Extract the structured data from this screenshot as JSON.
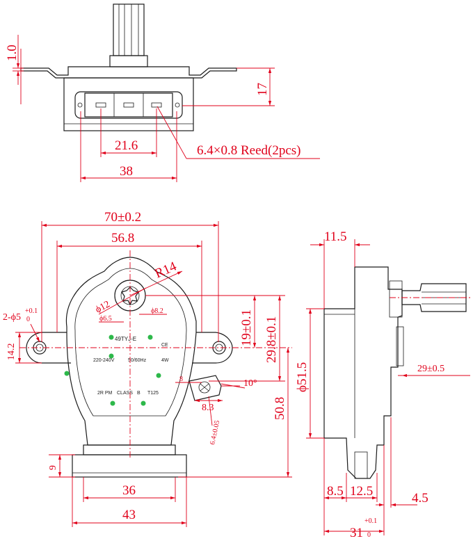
{
  "top_view": {
    "dim_1_0": "1.0",
    "dim_17": "17",
    "dim_21_6": "21.6",
    "dim_38": "38",
    "reed_note": "6.4×0.8 Reed(2pcs)"
  },
  "front_view": {
    "dim_70": "70±0.2",
    "dim_56_8": "56.8",
    "dim_r14": "R14",
    "dim_phi12": "ϕ12",
    "dim_phi6_5": "ϕ6.5",
    "dim_phi8_2": "ϕ8.2",
    "dim_2phi5_main": "2-ϕ5",
    "dim_2phi5_sup": "+0.1",
    "dim_2phi5_sub": "0",
    "dim_14_2": "14.2",
    "dim_19": "19±0.1",
    "dim_29_8": "29.8±0.1",
    "dim_50_8": "50.8",
    "dim_9": "9",
    "dim_36": "36",
    "dim_43": "43",
    "dim_8": "8",
    "dim_8_3": "8.3",
    "dim_6_4": "6.4±0.05",
    "dim_10deg": "10°",
    "label_model": "49TYJ-E",
    "label_voltage": "220-240V",
    "label_freq": "50/60Hz",
    "label_power": "4W",
    "label_speed": "2R PM",
    "label_class": "CLASS",
    "label_class_val": "B",
    "label_temp": "T125",
    "label_ce": "CE"
  },
  "side_view": {
    "dim_11_5": "11.5",
    "dim_phi51_5": "ϕ51.5",
    "dim_29": "29±0.5",
    "dim_8_5": "8.5",
    "dim_12_5": "12.5",
    "dim_4_5": "4.5",
    "dim_31_main": "31",
    "dim_31_sup": "+0.1",
    "dim_31_sub": "0"
  },
  "colors": {
    "dimension": "#e0001a",
    "outline": "#1a1a1a",
    "dot": "#2db84a"
  }
}
